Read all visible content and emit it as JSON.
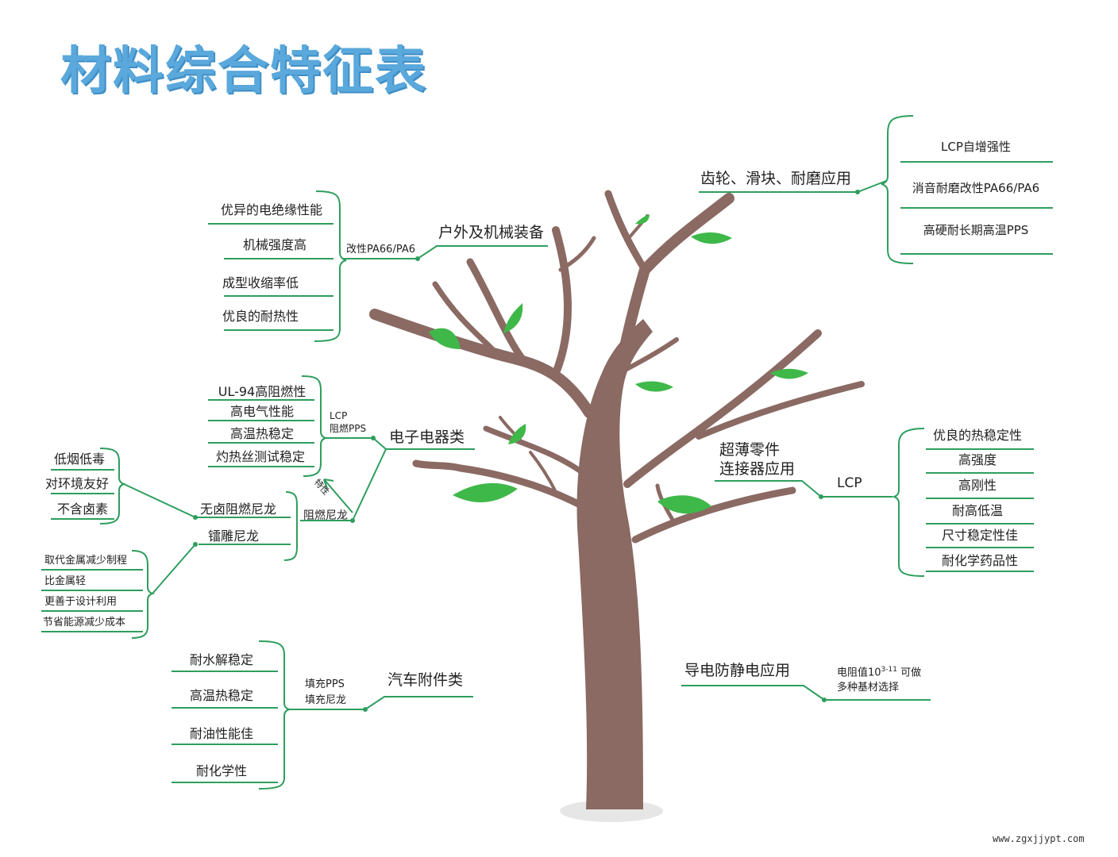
{
  "title": "材料综合特征表",
  "watermark": "www.zgxjjypt.com",
  "colors": {
    "title": "#5aa8dc",
    "lines": "#2e9e5e",
    "trunk": "#8a6a63",
    "leaf": "#3fb84a"
  },
  "gear": {
    "label": "齿轮、滑块、耐磨应用",
    "items": [
      "LCP自增强性",
      "消音耐磨改性PA66/PA6",
      "高硬耐长期高温PPS"
    ]
  },
  "outdoor": {
    "label": "户外及机械装备",
    "material": "改性PA66/PA6",
    "items": [
      "优异的电绝缘性能",
      "机械强度高",
      "成型收缩率低",
      "优良的耐热性"
    ]
  },
  "electrical": {
    "label": "电子电器类",
    "lcp_group": {
      "material_line1": "LCP",
      "material_line2": "阻燃PPS",
      "items": [
        "UL-94高阻燃性",
        "高电气性能",
        "高温热稳定",
        "灼热丝测试稳定"
      ]
    },
    "nylon_group": {
      "material": "阻燃尼龙",
      "arrow_label": "特性",
      "halogen_free": {
        "label": "无卤阻燃尼龙",
        "items": [
          "低烟低毒",
          "对环境友好",
          "不含卤素"
        ]
      },
      "plated": {
        "label": "镭雕尼龙",
        "items": [
          "取代金属减少制程",
          "比金属轻",
          "更善于设计利用",
          "节省能源减少成本"
        ]
      }
    }
  },
  "auto": {
    "label": "汽车附件类",
    "material_line1": "填充PPS",
    "material_line2": "填充尼龙",
    "items": [
      "耐水解稳定",
      "高温热稳定",
      "耐油性能佳",
      "耐化学性"
    ]
  },
  "thin": {
    "label_line1": "超薄零件",
    "label_line2": "连接器应用",
    "material": "LCP",
    "items": [
      "优良的热稳定性",
      "高强度",
      "高刚性",
      "耐高低温",
      "尺寸稳定性佳",
      "耐化学药品性"
    ]
  },
  "conductive": {
    "label": "导电防静电应用",
    "note_prefix": "电阻值10",
    "note_sup": "3-11",
    "note_suffix": " 可做",
    "note_line2": "多种基材选择"
  }
}
